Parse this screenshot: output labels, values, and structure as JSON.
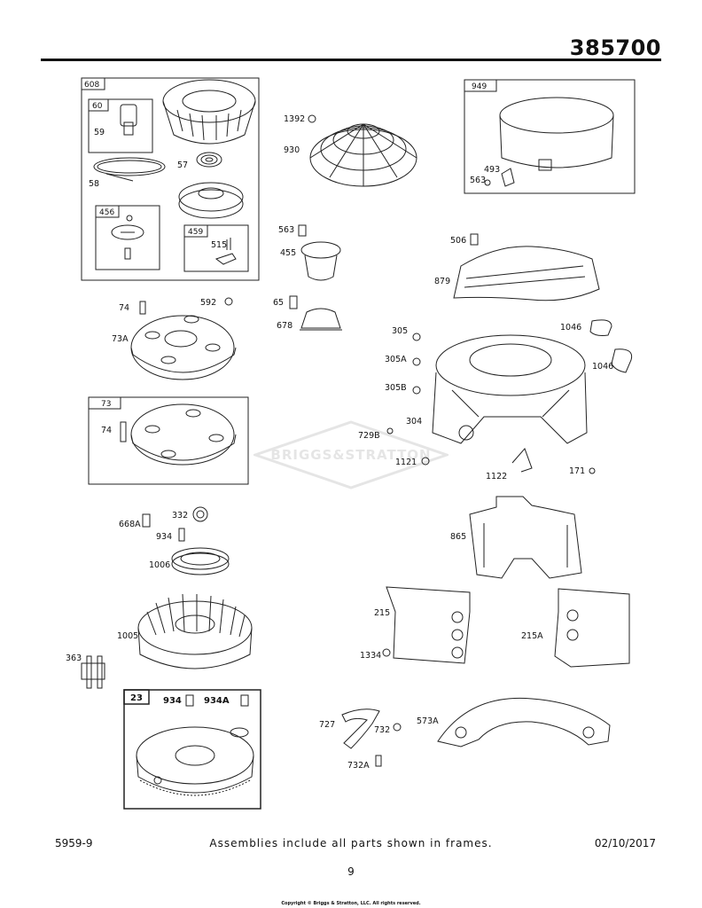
{
  "header": {
    "model_number": "385700"
  },
  "watermark": {
    "brand": "BRIGGS&STRATTON"
  },
  "frames": {
    "f608": "608",
    "f60": "60",
    "f456": "456",
    "f459": "459",
    "f949": "949",
    "f73": "73",
    "f23": "23"
  },
  "labels": {
    "l59": "59",
    "l57": "57",
    "l58": "58",
    "l515": "515",
    "l1392": "1392",
    "l930": "930",
    "l493": "493",
    "l563a": "563",
    "l563b": "563",
    "l455": "455",
    "l506": "506",
    "l879": "879",
    "l74a": "74",
    "l592": "592",
    "l73A": "73A",
    "l65": "65",
    "l678": "678",
    "l305": "305",
    "l305A": "305A",
    "l305B": "305B",
    "l304": "304",
    "l729B": "729B",
    "l1121": "1121",
    "l1122": "1122",
    "l171": "171",
    "l1046a": "1046",
    "l1046b": "1046",
    "l74b": "74",
    "l668A": "668A",
    "l332": "332",
    "l934": "934",
    "l1006": "1006",
    "l1005": "1005",
    "l363": "363",
    "l934b": "934",
    "l934A": "934A",
    "l865": "865",
    "l215": "215",
    "l215A": "215A",
    "l1334": "1334",
    "l727": "727",
    "l732": "732",
    "l573A": "573A",
    "l732A": "732A"
  },
  "footer": {
    "left": "5959-9",
    "center": "Assemblies include all parts shown in frames.",
    "right": "02/10/2017",
    "page": "9",
    "copyright": "Copyright © Briggs & Stratton, LLC. All rights reserved."
  }
}
